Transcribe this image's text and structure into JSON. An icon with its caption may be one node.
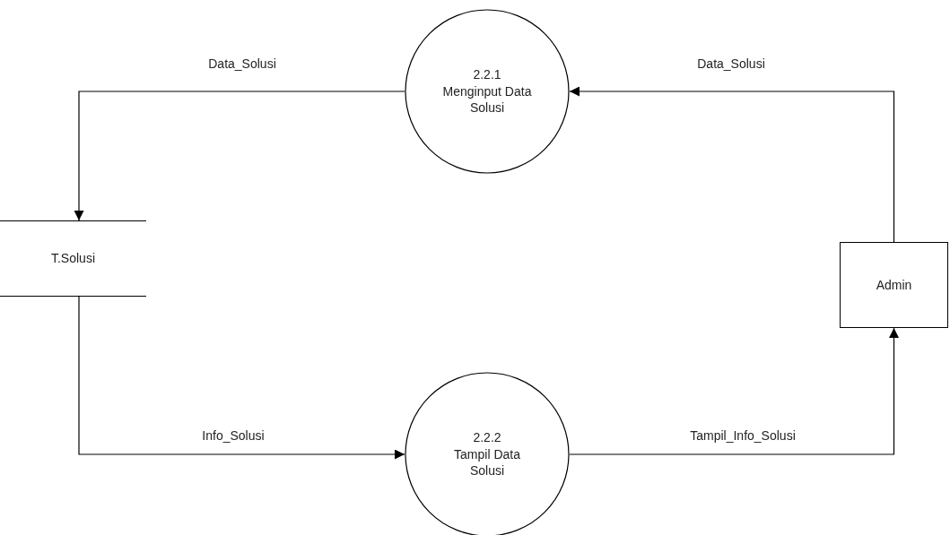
{
  "diagram": {
    "nodes": [
      {
        "text": [
          "2.2.1",
          "Menginput Data Solusi"
        ]
      },
      {
        "text": [
          "T.Solusi"
        ]
      },
      {
        "text": [
          "Admin"
        ]
      },
      {
        "text": [
          "2.2.2",
          "Tampil Data Solusi"
        ]
      }
    ],
    "edges": [
      {
        "from": 0,
        "to": 1,
        "arrow": "to",
        "label": "Data_Solusi"
      },
      {
        "from": 2,
        "to": 0,
        "arrow": "to",
        "label": "Data_Solusi"
      },
      {
        "from": 1,
        "to": 3,
        "arrow": "to",
        "label": "Info_Solusi"
      },
      {
        "from": 3,
        "to": 2,
        "arrow": "to",
        "label": "Tampil_Info_Solusi"
      }
    ]
  }
}
